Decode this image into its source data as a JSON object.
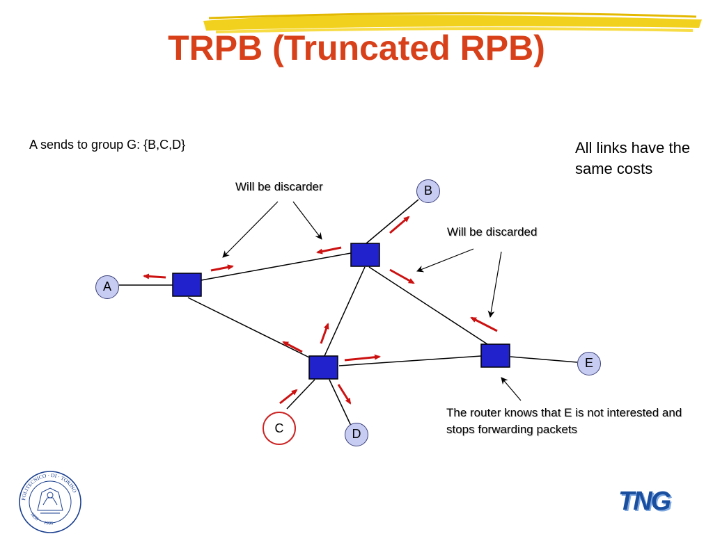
{
  "title": "TRPB (Truncated RPB)",
  "subtitle": "A sends to group G: {B,C,D}",
  "costs_note": "All links have the same costs",
  "labels": {
    "discarder": "Will be discarder",
    "discarded": "Will be discarded",
    "router_note": "The router knows that E is not interested and stops forwarding packets"
  },
  "nodes": {
    "A": "A",
    "B": "B",
    "C": "C",
    "D": "D",
    "E": "E"
  },
  "colors": {
    "title": "#d8401a",
    "router_fill": "#2222cc",
    "host_fill": "#c7ccf2",
    "arrow_red": "#cc1111",
    "source_ring": "#cc2222",
    "highlight_stroke": "#e8c300"
  },
  "logos": {
    "left_seal_text": "POLITECNICO - DI - TORINO - 1859 - 1906",
    "right_logo_text": "TNG"
  }
}
